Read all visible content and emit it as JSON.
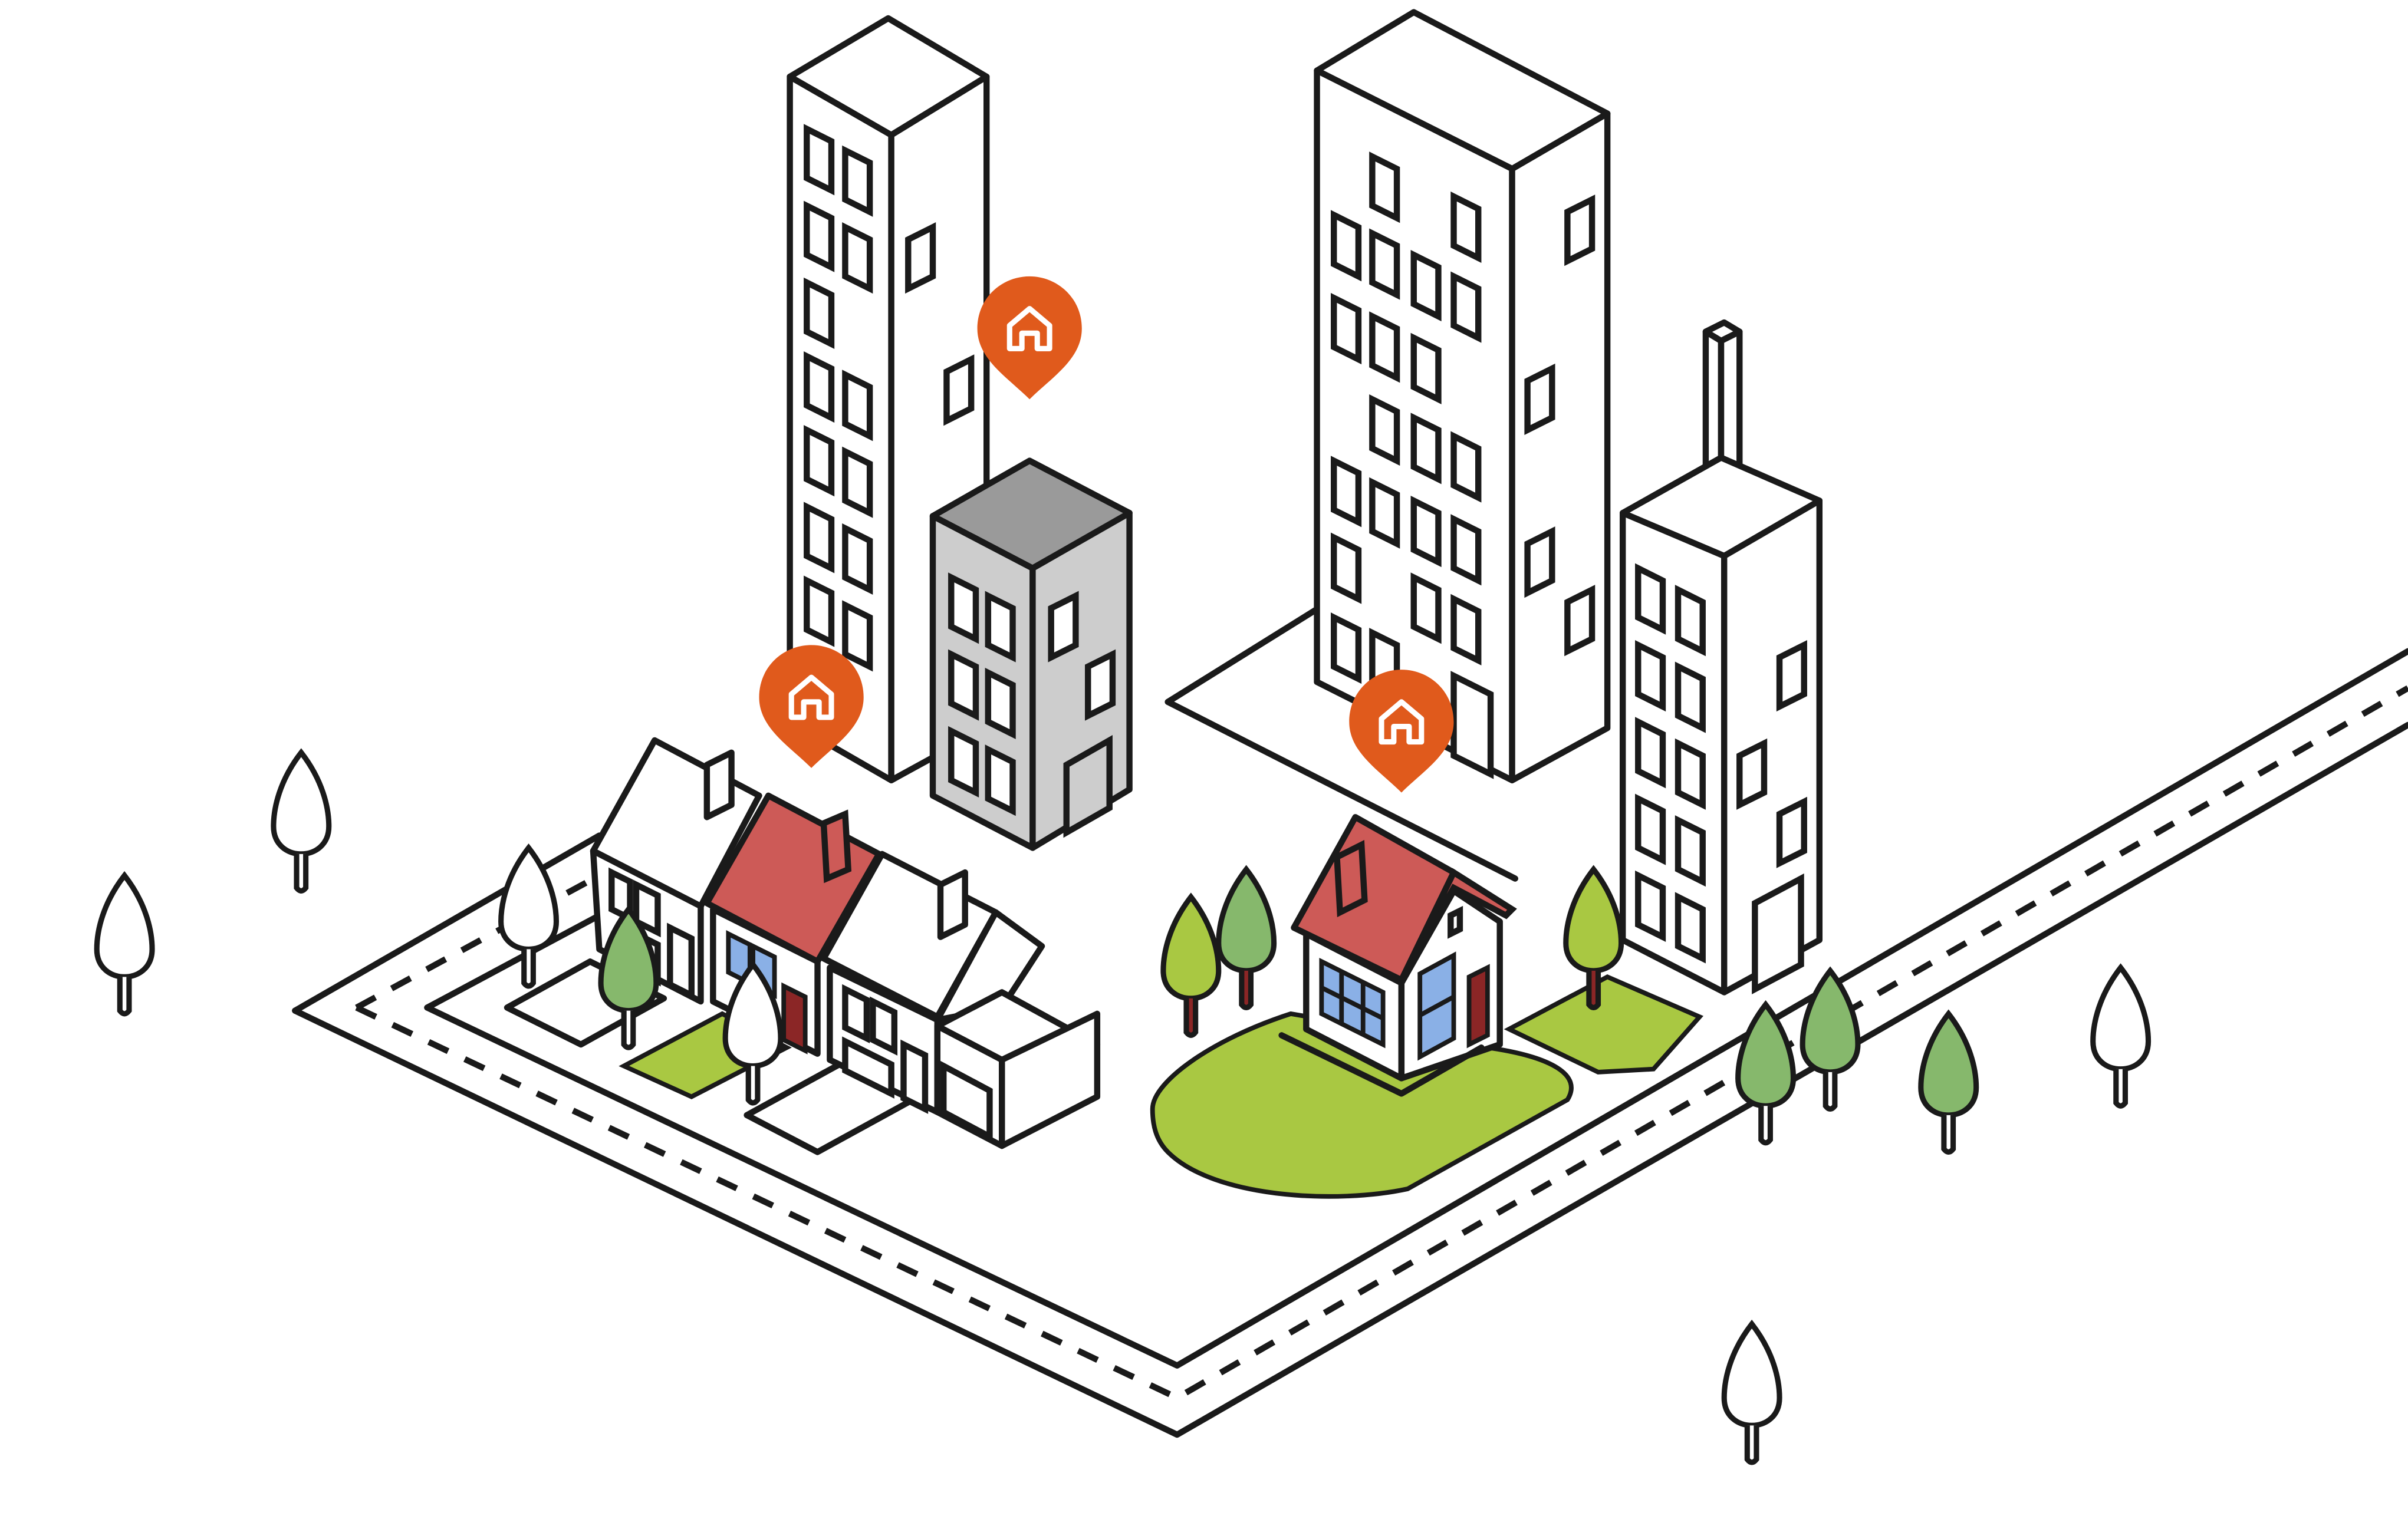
{
  "colors": {
    "pin": "#e05a1c",
    "roof_red": "#cd5a57",
    "lawn_light": "#a9c842",
    "tree_green_light": "#a9c842",
    "tree_green_mid": "#86b86c",
    "building_gray": "#cdcdcd",
    "roof_gray": "#9a9a9a",
    "window_blue": "#8ab0e6",
    "door_dark": "#8b2626",
    "line": "#1a1a1a",
    "background": "#ffffff"
  },
  "pins": [
    {
      "name": "pin-tall-tower",
      "icon": "house-icon"
    },
    {
      "name": "pin-row-houses",
      "icon": "house-icon"
    },
    {
      "name": "pin-detached-house",
      "icon": "house-icon"
    }
  ],
  "trees": [
    "outline-tree",
    "green-tree",
    "outline-tree",
    "green-tree",
    "green-tree",
    "green-tree",
    "outline-tree",
    "outline-tree"
  ]
}
